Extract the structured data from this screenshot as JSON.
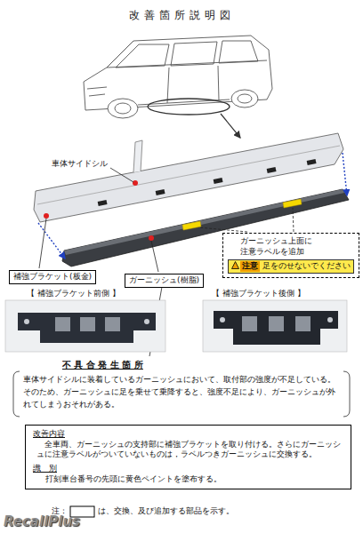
{
  "diagram": {
    "title": "改善箇所説明図",
    "nodes": [
      {
        "text": [
          "ガーニッシュ上面に 注意ラベルを追加"
        ]
      },
      {
        "text": [
          "注意",
          "足をのせないでください"
        ],
        "in": 0
      },
      {
        "text": [
          "補強ブラケット(板金)"
        ]
      },
      {
        "text": [
          "ガーニッシュ(樹脂)"
        ]
      },
      {
        "text": [
          "改善内容",
          "全車両、ガーニッシュの支持部に補強ブラケットを取り付ける。さらにガーニッシュに注意ラベルがついていないものは，ラベルつきガーニッシュに交換する。",
          "識　別",
          "打刻車台番号の先頭に黄色ペイントを塗布する。"
        ]
      }
    ],
    "labels": [
      "車体サイドシル",
      "【 補強ブラケット前側 】",
      "【 補強ブラケット後側 】",
      "不 具 合 発 生 箇 所",
      "車体サイドシルに装着しているガーニッシュにおいて、取付部の強度が不足している。そのため、ガーニッシュに足を乗せて乗降すると、強度不足により、ガーニッシュが外れてしまうおそれがある。",
      "注：",
      "は、交換、及び追加する部品を示す。",
      "RecallPlus"
    ]
  }
}
